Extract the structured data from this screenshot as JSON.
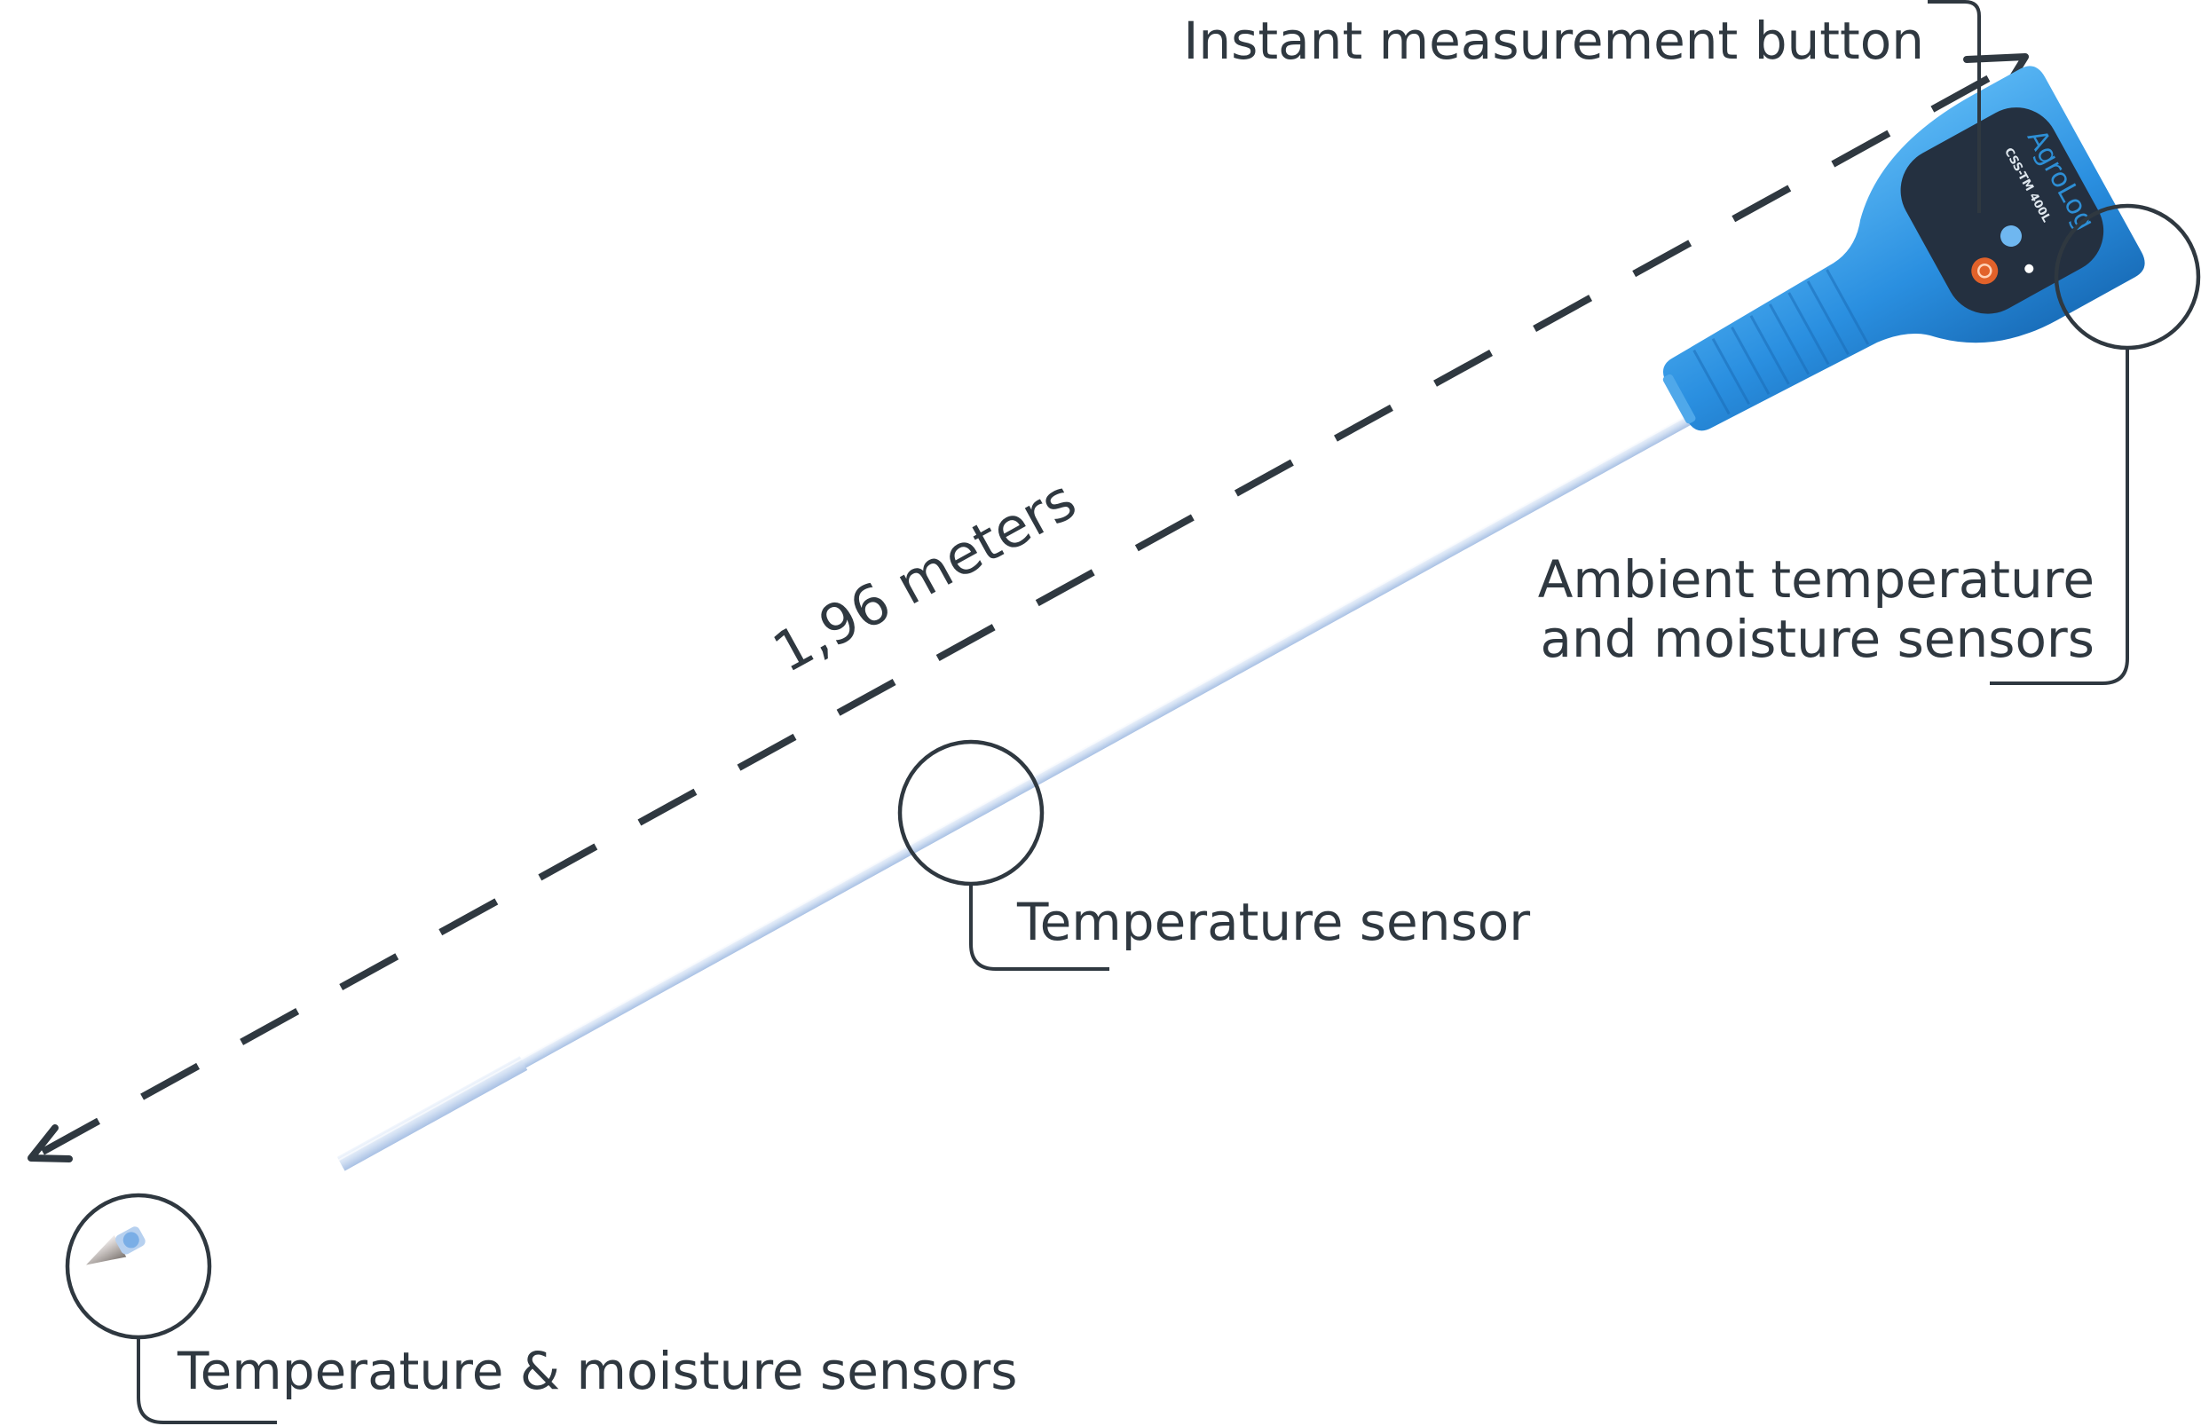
{
  "dimension": {
    "label": "1,96 meters"
  },
  "device": {
    "brand": "AgroLog",
    "model": "CSS-TM 400L"
  },
  "callouts": {
    "button": "Instant measurement button",
    "ambient_line1": "Ambient temperature",
    "ambient_line2": "and moisture sensors",
    "temp_sensor": "Temperature sensor",
    "tip_sensors": "Temperature & moisture sensors"
  },
  "colors": {
    "ink": "#2f3840",
    "handle_blue": "#2a8fe0",
    "panel_dark": "#243040",
    "rod": "#d3e1f4",
    "button_orange": "#e2622a"
  }
}
